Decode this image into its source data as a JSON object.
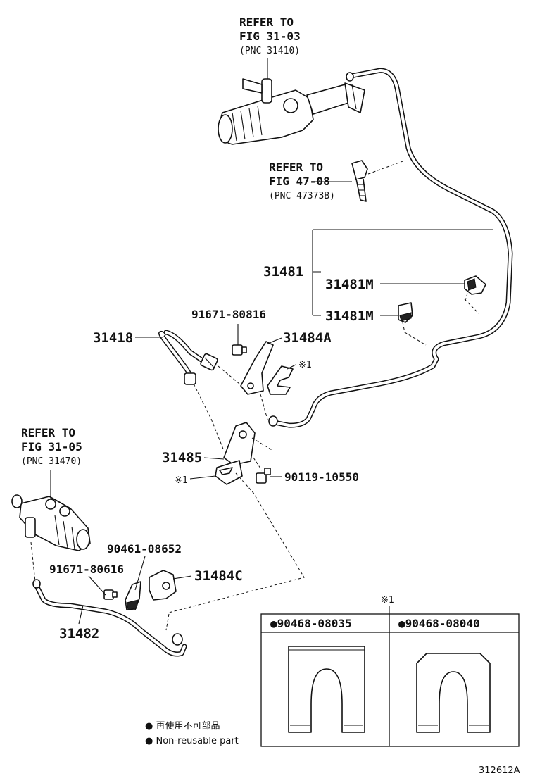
{
  "refs": {
    "ref_top": {
      "line1": "REFER TO",
      "line2": "FIG 31-03",
      "line3": "(PNC 31410)"
    },
    "ref_mid": {
      "line1": "REFER TO",
      "line2": "FIG 47-08",
      "line3": "(PNC 47373B)"
    },
    "ref_left": {
      "line1": "REFER TO",
      "line2": "FIG 31-05",
      "line3": "(PNC 31470)"
    }
  },
  "parts": {
    "p31481": "31481",
    "p31481M_a": "31481M",
    "p31481M_b": "31481M",
    "p91671_80816": "91671-80816",
    "p31418": "31418",
    "p31484A": "31484A",
    "note1_top": "※1",
    "p31485": "31485",
    "note1_mid": "※1",
    "p90119_10550": "90119-10550",
    "p90461_08652": "90461-08652",
    "p91671_80616": "91671-80616",
    "p31484C": "31484C",
    "p31482": "31482"
  },
  "table": {
    "note": "※1",
    "col1": "●90468-08035",
    "col2": "●90468-08040"
  },
  "legend": {
    "jp": "● 再使用不可部品",
    "en": "● Non-reusable part"
  },
  "figure_id": "312612A"
}
